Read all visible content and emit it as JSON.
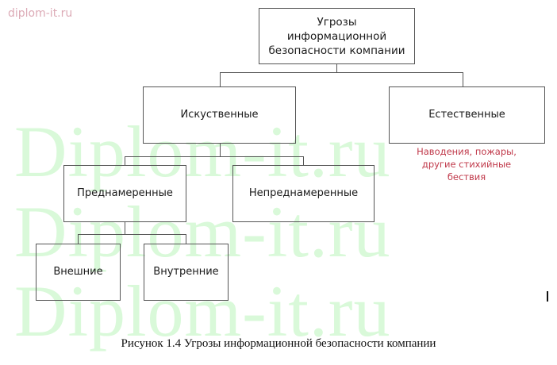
{
  "watermark": {
    "corner_text": "diplom-it.ru",
    "big_text": "Diplom-it.ru",
    "corner_color": "#dcaab6",
    "big_color": "#d9f9d9"
  },
  "diagram": {
    "root": {
      "label_lines": [
        "Угрозы",
        "информационной",
        "безопасности компании"
      ]
    },
    "level1": [
      {
        "id": "artificial",
        "label": "Искуственные"
      },
      {
        "id": "natural",
        "label": "Естественные"
      }
    ],
    "level2": [
      {
        "id": "intentional",
        "label": "Преднамеренные",
        "parent": "artificial"
      },
      {
        "id": "unintentional",
        "label": "Непреднамеренные",
        "parent": "artificial"
      }
    ],
    "level3": [
      {
        "id": "external",
        "label": "Внешние",
        "parent": "intentional"
      },
      {
        "id": "internal",
        "label": "Внутренние",
        "parent": "intentional"
      }
    ],
    "natural_note": {
      "lines": [
        "Наводения, пожары,",
        "другие стихийные",
        "бествия"
      ],
      "color": "#c0394a"
    }
  },
  "caption": "Рисунок 1.4 Угрозы информационной безопасности компании"
}
